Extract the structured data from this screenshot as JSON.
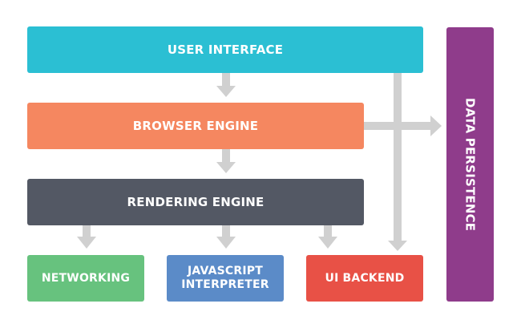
{
  "colors": {
    "user_interface": "#2bbfd3",
    "browser_engine": "#f58760",
    "rendering_engine": "#535864",
    "networking": "#67c27e",
    "javascript_interpreter": "#5b8bc8",
    "ui_backend": "#e85146",
    "data_persistence": "#8f3c8b",
    "arrow": "#d0d0d0"
  },
  "boxes": {
    "user_interface": {
      "label": "USER INTERFACE"
    },
    "browser_engine": {
      "label": "BROWSER ENGINE"
    },
    "rendering_engine": {
      "label": "RENDERING ENGINE"
    },
    "networking": {
      "label": "NETWORKING"
    },
    "javascript_interpreter": {
      "label_line1": "JAVASCRIPT",
      "label_line2": "INTERPRETER"
    },
    "ui_backend": {
      "label": "UI BACKEND"
    },
    "data_persistence": {
      "label": "DATA PERSISTENCE"
    }
  }
}
